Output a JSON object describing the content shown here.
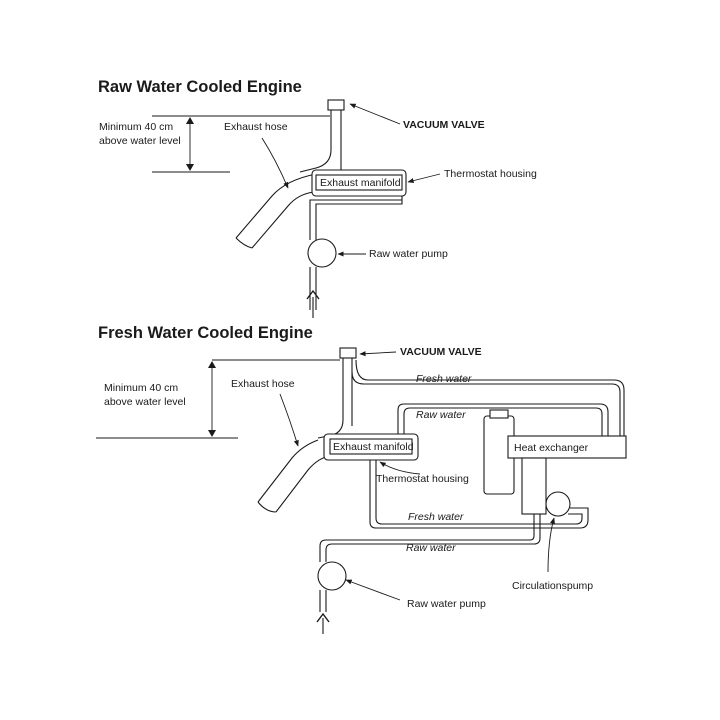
{
  "raw": {
    "title": "Raw Water Cooled Engine",
    "height_line1": "Minimum 40 cm",
    "height_line2": "above water level",
    "exhaust_hose": "Exhaust hose",
    "vacuum_valve": "VACUUM VALVE",
    "thermostat_housing": "Thermostat housing",
    "exhaust_manifold": "Exhaust manifold",
    "raw_water_pump": "Raw water pump"
  },
  "fresh": {
    "title": "Fresh Water Cooled Engine",
    "height_line1": "Minimum 40 cm",
    "height_line2": "above water level",
    "exhaust_hose": "Exhaust hose",
    "vacuum_valve": "VACUUM VALVE",
    "fresh_water_top": "Fresh water",
    "raw_water_top": "Raw water",
    "exhaust_manifold": "Exhaust manifold",
    "heat_exchanger": "Heat exchanger",
    "thermostat_housing": "Thermostat housing",
    "fresh_water_bottom": "Fresh water",
    "raw_water_bottom": "Raw water",
    "circulation_pump": "Circulationspump",
    "raw_water_pump": "Raw water pump"
  }
}
